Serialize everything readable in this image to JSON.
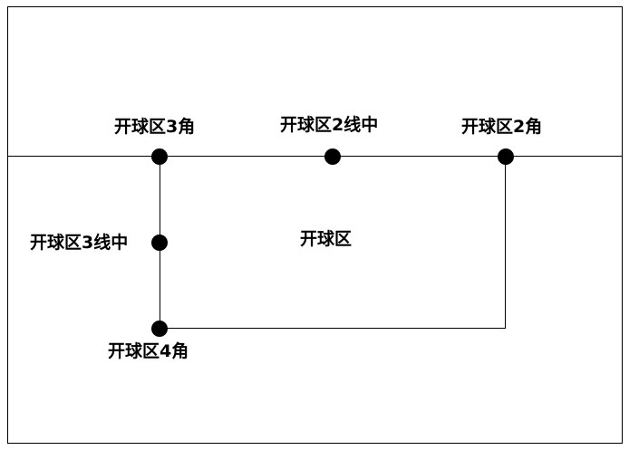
{
  "labels": {
    "corner3": "开球区3角",
    "side2_mid": "开球区2线中",
    "corner2": "开球区2角",
    "side3_mid": "开球区3线中",
    "zone": "开球区",
    "corner4": "开球区4角"
  },
  "colors": {
    "line": "#000000",
    "point": "#000000",
    "background": "#ffffff"
  }
}
